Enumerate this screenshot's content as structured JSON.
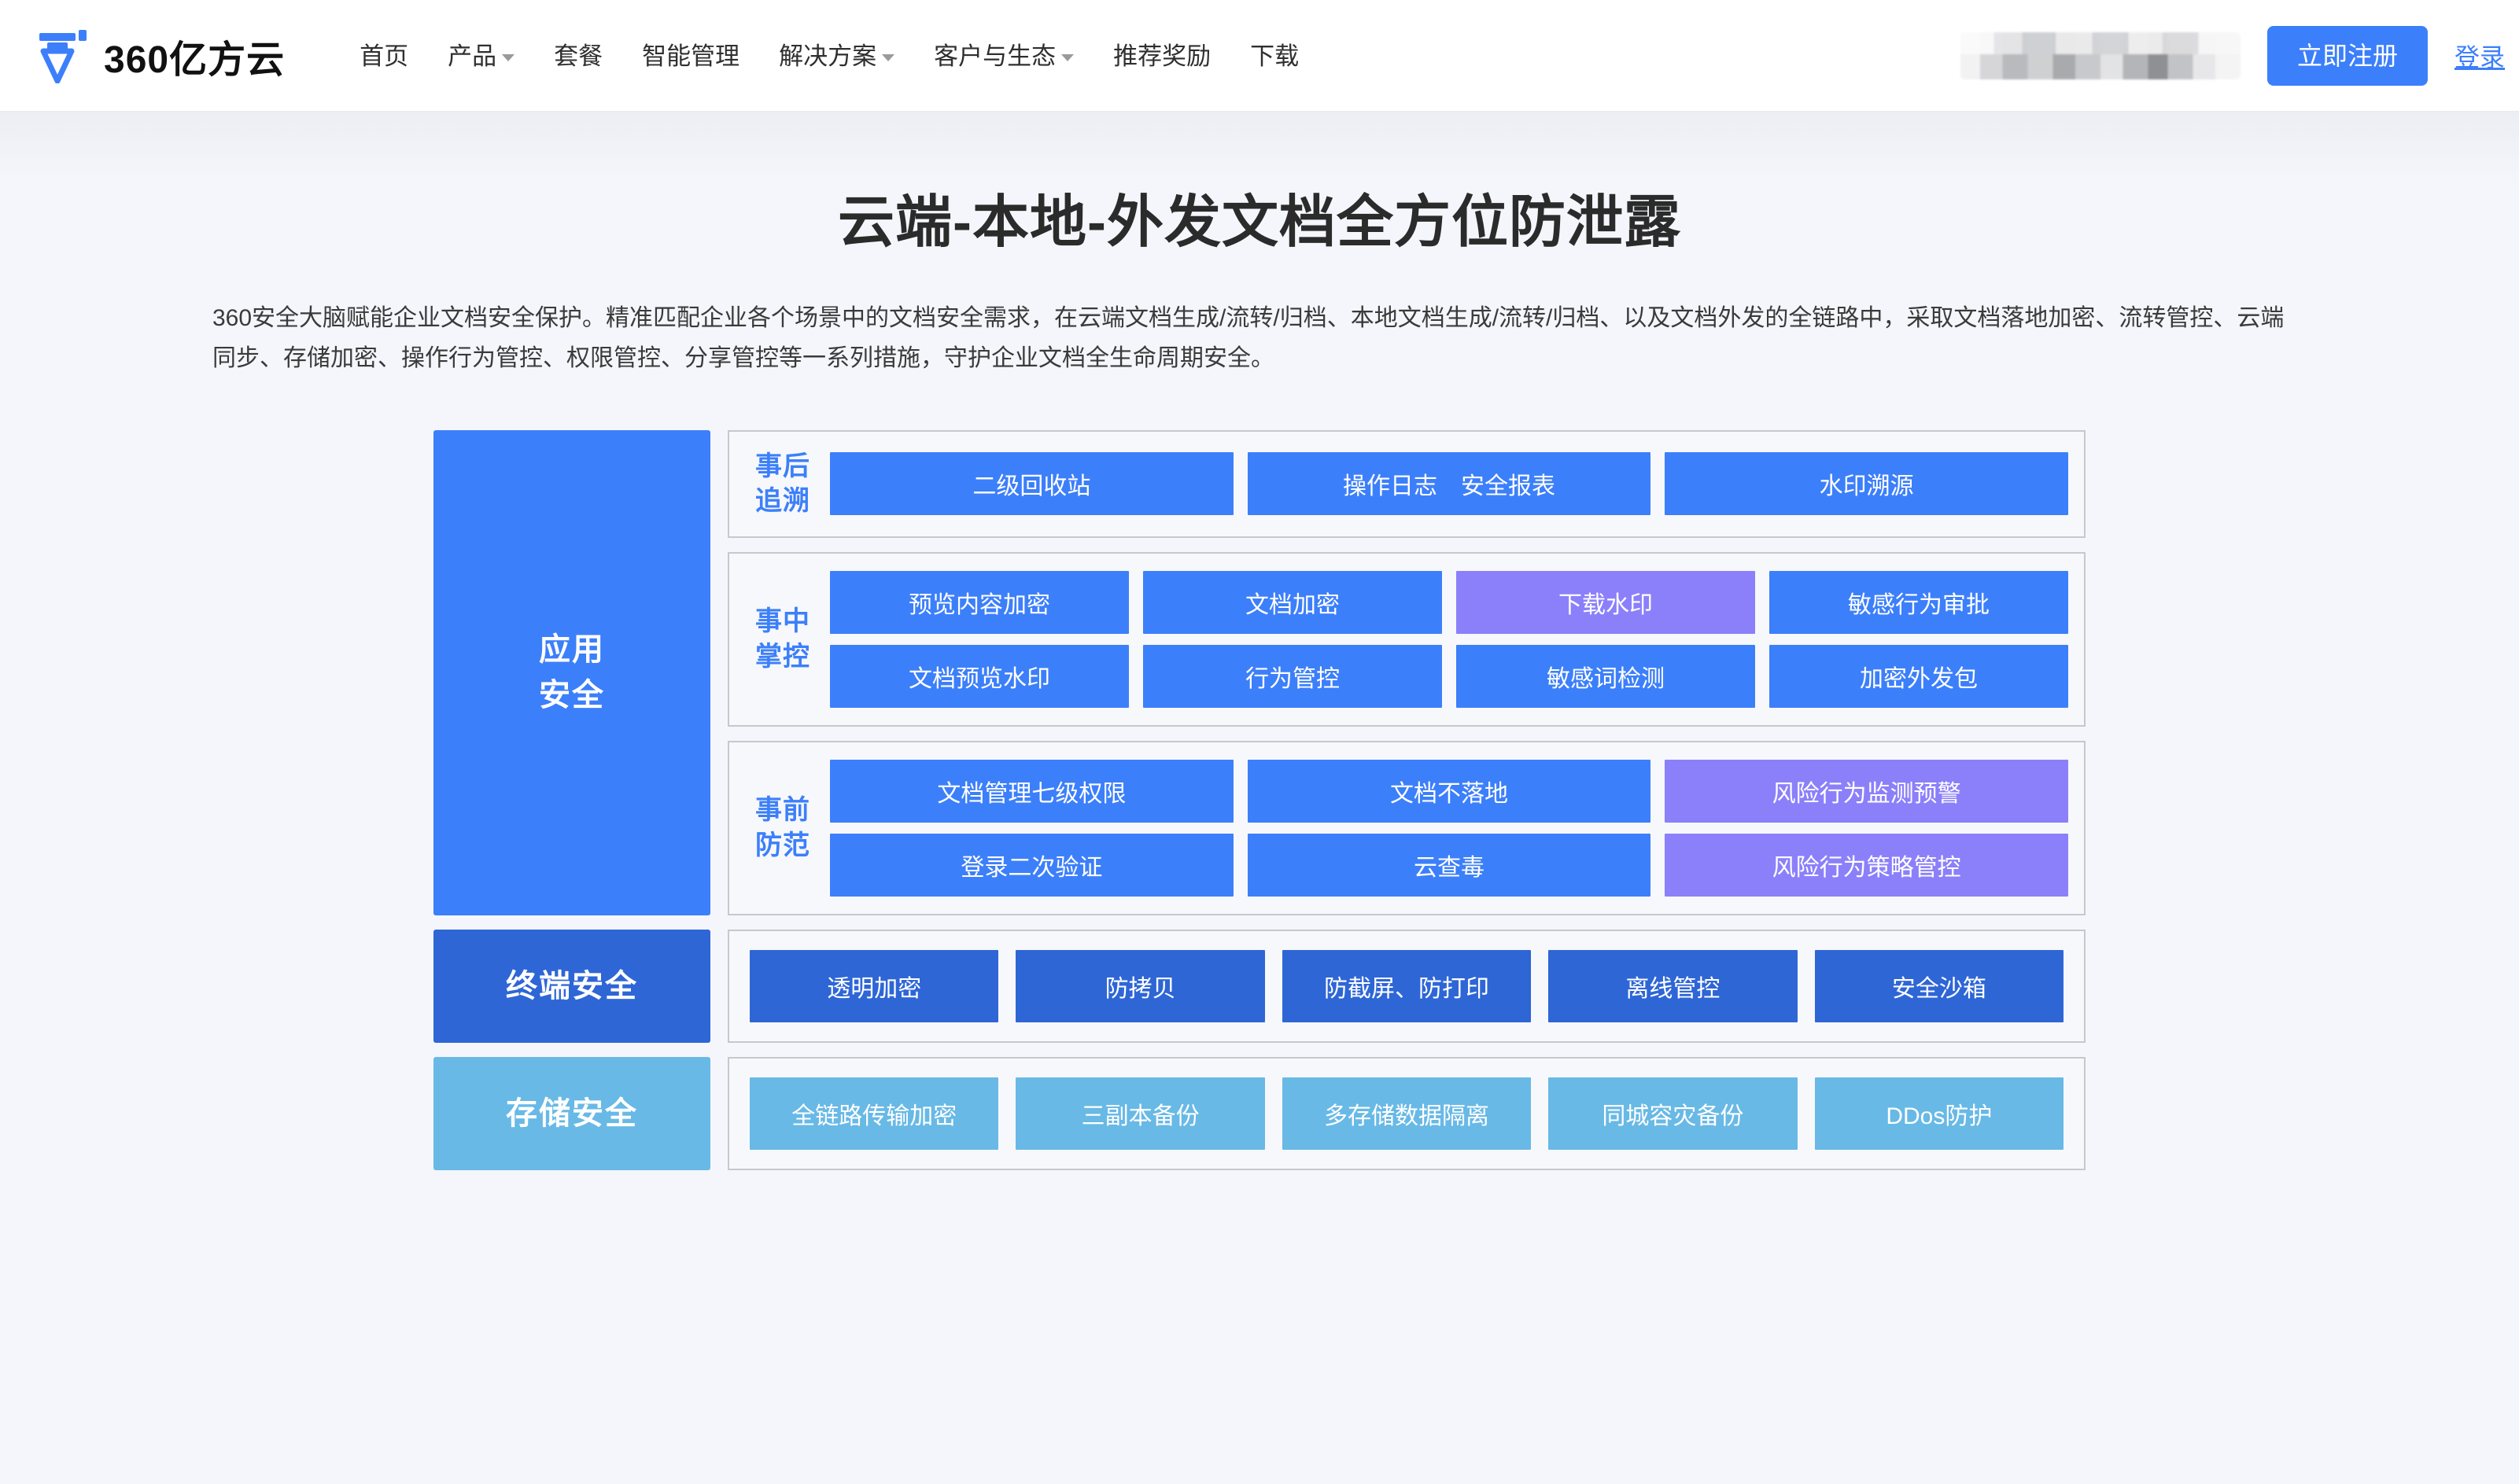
{
  "header": {
    "logo_text": "360亿方云",
    "logo_icon": "yifangyun-logo-icon",
    "nav": [
      {
        "label": "首页",
        "has_dropdown": false
      },
      {
        "label": "产品",
        "has_dropdown": true
      },
      {
        "label": "套餐",
        "has_dropdown": false
      },
      {
        "label": "智能管理",
        "has_dropdown": false
      },
      {
        "label": "解决方案",
        "has_dropdown": true
      },
      {
        "label": "客户与生态",
        "has_dropdown": true
      },
      {
        "label": "推荐奖励",
        "has_dropdown": false
      },
      {
        "label": "下载",
        "has_dropdown": false
      }
    ],
    "register_label": "立即注册",
    "login_label": "登录",
    "account_chip": ""
  },
  "main": {
    "title": "云端-本地-外发文档全方位防泄露",
    "description": "360安全大脑赋能企业文档安全保护。精准匹配企业各个场景中的文档安全需求，在云端文档生成/流转/归档、本地文档生成/流转/归档、以及文档外发的全链路中，采取文档落地加密、流转管控、云端同步、存储加密、操作行为管控、权限管控、分享管控等一系列措施，守护企业文档全生命周期安全。"
  },
  "colors": {
    "accent_blue": "#3c7ffa",
    "deep_blue": "#2e66d6",
    "purple": "#8b80fa",
    "light_blue": "#68b9e6",
    "page_bg": "#f4f6fb",
    "box_border": "#c6c8cc"
  },
  "diagram": {
    "layers": [
      {
        "label": "应用\n安全",
        "label_color": "#3c7ffa",
        "stages": [
          {
            "label": "事后\n追溯",
            "rows": [
              [
                {
                  "label": "二级回收站",
                  "color": "blue",
                  "width": 2
                },
                {
                  "label": "操作日志　安全报表",
                  "color": "blue",
                  "width": 2
                },
                {
                  "label": "水印溯源",
                  "color": "blue",
                  "width": 2
                }
              ]
            ]
          },
          {
            "label": "事中\n掌控",
            "rows": [
              [
                {
                  "label": "预览内容加密",
                  "color": "blue",
                  "width": 1
                },
                {
                  "label": "文档加密",
                  "color": "blue",
                  "width": 1
                },
                {
                  "label": "下载水印",
                  "color": "purple",
                  "width": 1
                },
                {
                  "label": "敏感行为审批",
                  "color": "blue",
                  "width": 1
                }
              ],
              [
                {
                  "label": "文档预览水印",
                  "color": "blue",
                  "width": 1
                },
                {
                  "label": "行为管控",
                  "color": "blue",
                  "width": 1
                },
                {
                  "label": "敏感词检测",
                  "color": "blue",
                  "width": 1
                },
                {
                  "label": "加密外发包",
                  "color": "blue",
                  "width": 1
                }
              ]
            ]
          },
          {
            "label": "事前\n防范",
            "rows": [
              [
                {
                  "label": "文档管理七级权限",
                  "color": "blue",
                  "width": 2
                },
                {
                  "label": "文档不落地",
                  "color": "blue",
                  "width": 2
                },
                {
                  "label": "风险行为监测预警",
                  "color": "purple",
                  "width": 2
                }
              ],
              [
                {
                  "label": "登录二次验证",
                  "color": "blue",
                  "width": 2
                },
                {
                  "label": "云查毒",
                  "color": "blue",
                  "width": 2
                },
                {
                  "label": "风险行为策略管控",
                  "color": "purple",
                  "width": 2
                }
              ]
            ]
          }
        ]
      },
      {
        "label": "终端安全",
        "label_color": "#2e66d6",
        "flat_tiles": [
          {
            "label": "透明加密",
            "color": "deepblue"
          },
          {
            "label": "防拷贝",
            "color": "deepblue"
          },
          {
            "label": "防截屏、防打印",
            "color": "deepblue"
          },
          {
            "label": "离线管控",
            "color": "deepblue"
          },
          {
            "label": "安全沙箱",
            "color": "deepblue"
          }
        ]
      },
      {
        "label": "存储安全",
        "label_color": "#68b9e6",
        "flat_tiles": [
          {
            "label": "全链路传输加密",
            "color": "lightblue"
          },
          {
            "label": "三副本备份",
            "color": "lightblue"
          },
          {
            "label": "多存储数据隔离",
            "color": "lightblue"
          },
          {
            "label": "同城容灾备份",
            "color": "lightblue"
          },
          {
            "label": "DDos防护",
            "color": "lightblue"
          }
        ]
      }
    ]
  }
}
